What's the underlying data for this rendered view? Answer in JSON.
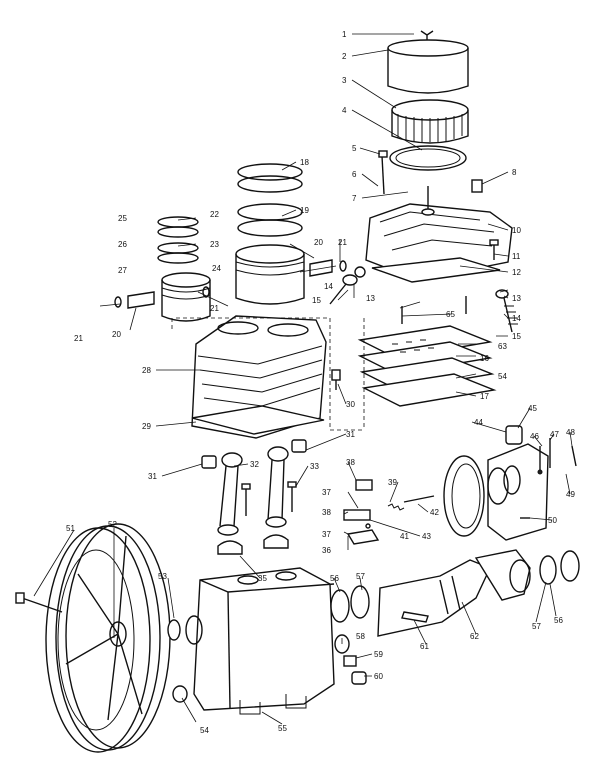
{
  "diagram": {
    "callouts": [
      "1",
      "2",
      "3",
      "4",
      "5",
      "6",
      "7",
      "8",
      "10",
      "11",
      "12",
      "13",
      "13",
      "14",
      "14",
      "15",
      "15",
      "16",
      "17",
      "18",
      "19",
      "20",
      "20",
      "21",
      "21",
      "21",
      "22",
      "23",
      "24",
      "25",
      "26",
      "27",
      "28",
      "29",
      "30",
      "31",
      "31",
      "32",
      "33",
      "35",
      "36",
      "37",
      "37",
      "38",
      "38",
      "39",
      "41",
      "42",
      "43",
      "44",
      "45",
      "46",
      "47",
      "48",
      "49",
      "50",
      "51",
      "52",
      "53",
      "54",
      "54",
      "55",
      "56",
      "56",
      "57",
      "57",
      "58",
      "59",
      "60",
      "61",
      "62",
      "63",
      "65"
    ]
  }
}
